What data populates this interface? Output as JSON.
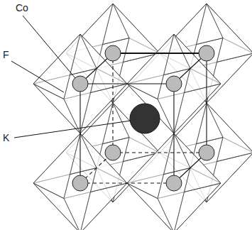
{
  "diagram": {
    "labels": [
      "Co",
      "F",
      "K"
    ]
  }
}
